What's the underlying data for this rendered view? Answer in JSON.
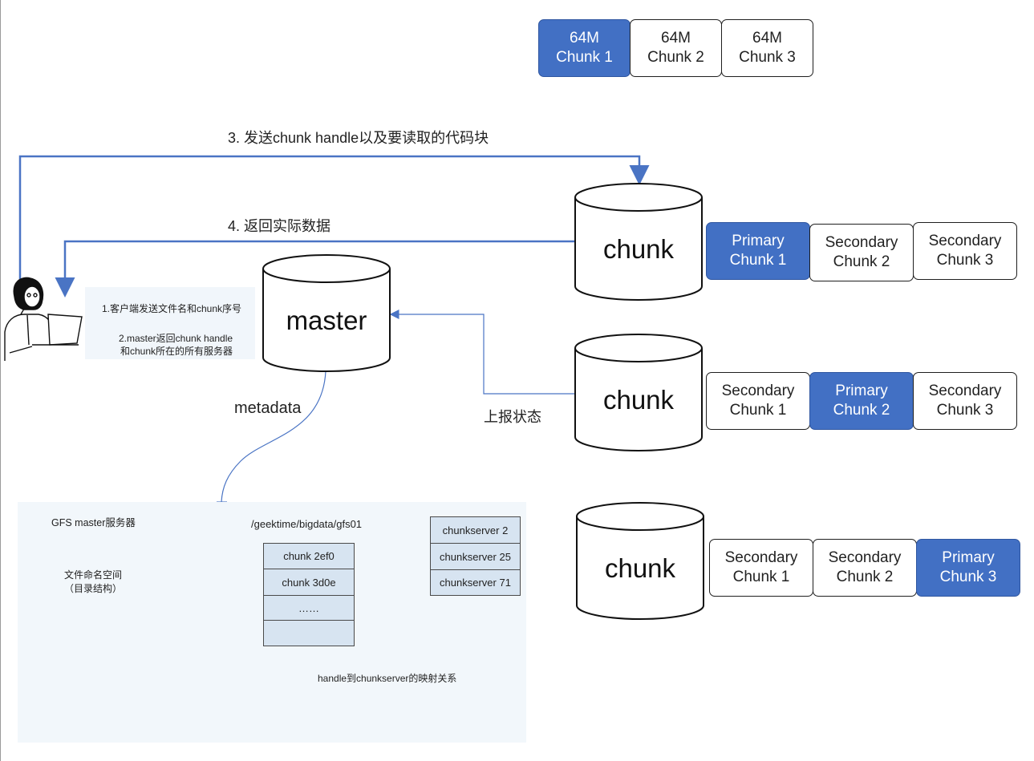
{
  "chunk_sizes": [
    {
      "size": "64M",
      "name": "Chunk 1",
      "primary": true
    },
    {
      "size": "64M",
      "name": "Chunk 2",
      "primary": false
    },
    {
      "size": "64M",
      "name": "Chunk 3",
      "primary": false
    }
  ],
  "arrows": {
    "step3": "3. 发送chunk handle以及要读取的代码块",
    "step4": "4. 返回实际数据",
    "step1": "1.客户端发送文件名和chunk序号",
    "step2_line1": "2.master返回chunk handle",
    "step2_line2": "和chunk所在的所有服务器",
    "report": "上报状态",
    "metadata": "metadata"
  },
  "master": {
    "label": "master"
  },
  "chunk_servers": [
    {
      "label": "chunk",
      "replicas": [
        {
          "role": "Primary",
          "name": "Chunk 1",
          "primary": true
        },
        {
          "role": "Secondary",
          "name": "Chunk 2",
          "primary": false
        },
        {
          "role": "Secondary",
          "name": "Chunk 3",
          "primary": false
        }
      ]
    },
    {
      "label": "chunk",
      "replicas": [
        {
          "role": "Secondary",
          "name": "Chunk 1",
          "primary": false
        },
        {
          "role": "Primary",
          "name": "Chunk 2",
          "primary": true
        },
        {
          "role": "Secondary",
          "name": "Chunk 3",
          "primary": false
        }
      ]
    },
    {
      "label": "chunk",
      "replicas": [
        {
          "role": "Secondary",
          "name": "Chunk 1",
          "primary": false
        },
        {
          "role": "Secondary",
          "name": "Chunk 2",
          "primary": false
        },
        {
          "role": "Primary",
          "name": "Chunk 3",
          "primary": true
        }
      ]
    }
  ],
  "gfs_panel": {
    "title": "GFS master服务器",
    "namespace_line1": "文件命名空间",
    "namespace_line2": "（目录结构）",
    "path": "/geektime/bigdata/gfs01",
    "handles": [
      "chunk 2ef0",
      "chunk 3d0e",
      "……",
      ""
    ],
    "servers": [
      "chunkserver 2",
      "chunkserver 25",
      "chunkserver 71"
    ],
    "caption": "handle到chunkserver的映射关系"
  },
  "colors": {
    "accent": "#4270c4",
    "line": "#4a74c4",
    "panel": "#f2f7fb"
  }
}
